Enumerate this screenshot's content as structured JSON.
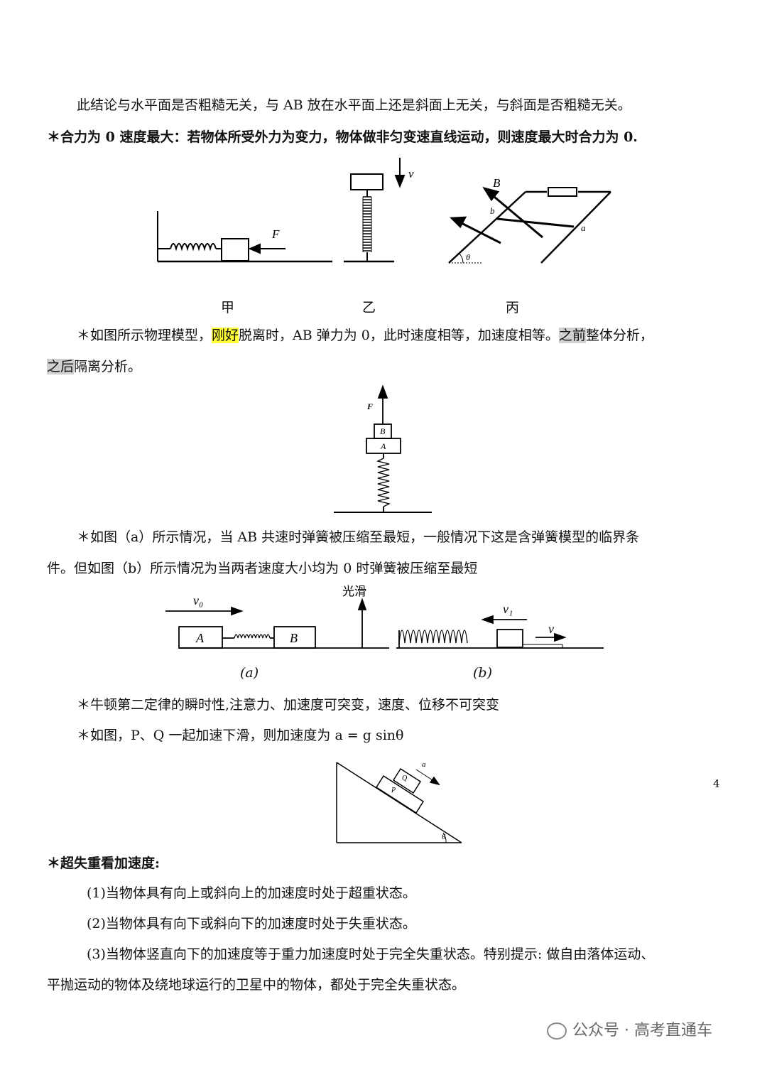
{
  "para1": "此结论与水平面是否粗糙无关，与 AB 放在水平面上还是斜面上无关，与斜面是否粗糙无关。",
  "para2": "＊合力为 0 速度最大：若物体所受外力为变力，物体做非匀变速直线运动，则速度最大时合力为 0.",
  "fig1": {
    "label_F": "F",
    "label_v": "v",
    "label_B": "B",
    "label_b": "b",
    "label_a": "a",
    "label_theta": "θ",
    "cap_jia": "甲",
    "cap_yi": "乙",
    "cap_bing": "丙"
  },
  "para3": {
    "t1": "＊如图所示物理模型，",
    "t2": "刚好",
    "t3": "脱离时，AB 弹力为 0，此时速度相等，加速度相等。",
    "t4": "之前",
    "t5": "整体分析，",
    "t6": "之后",
    "t7": "隔离分析。"
  },
  "fig2": {
    "label_F": "F",
    "label_B": "B",
    "label_A": "A"
  },
  "para4": {
    "line1": "＊如图（a）所示情况，当 AB 共速时弹簧被压缩至最短，一般情况下这是含弹簧模型的临界条",
    "line2": "件。但如图（b）所示情况为当两者速度大小均为 0 时弹簧被压缩至最短"
  },
  "fig3": {
    "label_v0": "v₀",
    "label_A": "A",
    "label_B": "B",
    "label_smooth": "光滑",
    "label_v1": "v₁",
    "label_v": "v",
    "cap_a": "(a)",
    "cap_b": "(b)"
  },
  "para5": "＊牛顿第二定律的瞬时性,注意力、加速度可突变，速度、位移不可突变",
  "para6": "＊如图，P、Q 一起加速下滑，则加速度为 a = g sinθ",
  "fig4": {
    "label_a": "a",
    "label_Q": "Q",
    "label_P": "P",
    "label_theta": "θ"
  },
  "heading": "＊超失重看加速度:",
  "item1": "(1)当物体具有向上或斜向上的加速度时处于超重状态。",
  "item2": "(2)当物体具有向下或斜向下的加速度时处于失重状态。",
  "item3a": "(3)当物体竖直向下的加速度等于重力加速度时处于完全失重状态。特别提示: 做自由落体运动、",
  "item3b": "平抛运动的物体及绕地球运行的卫星中的物体，都处于完全失重状态。",
  "page_number": "4",
  "watermark": "公众号 · 高考直通车"
}
